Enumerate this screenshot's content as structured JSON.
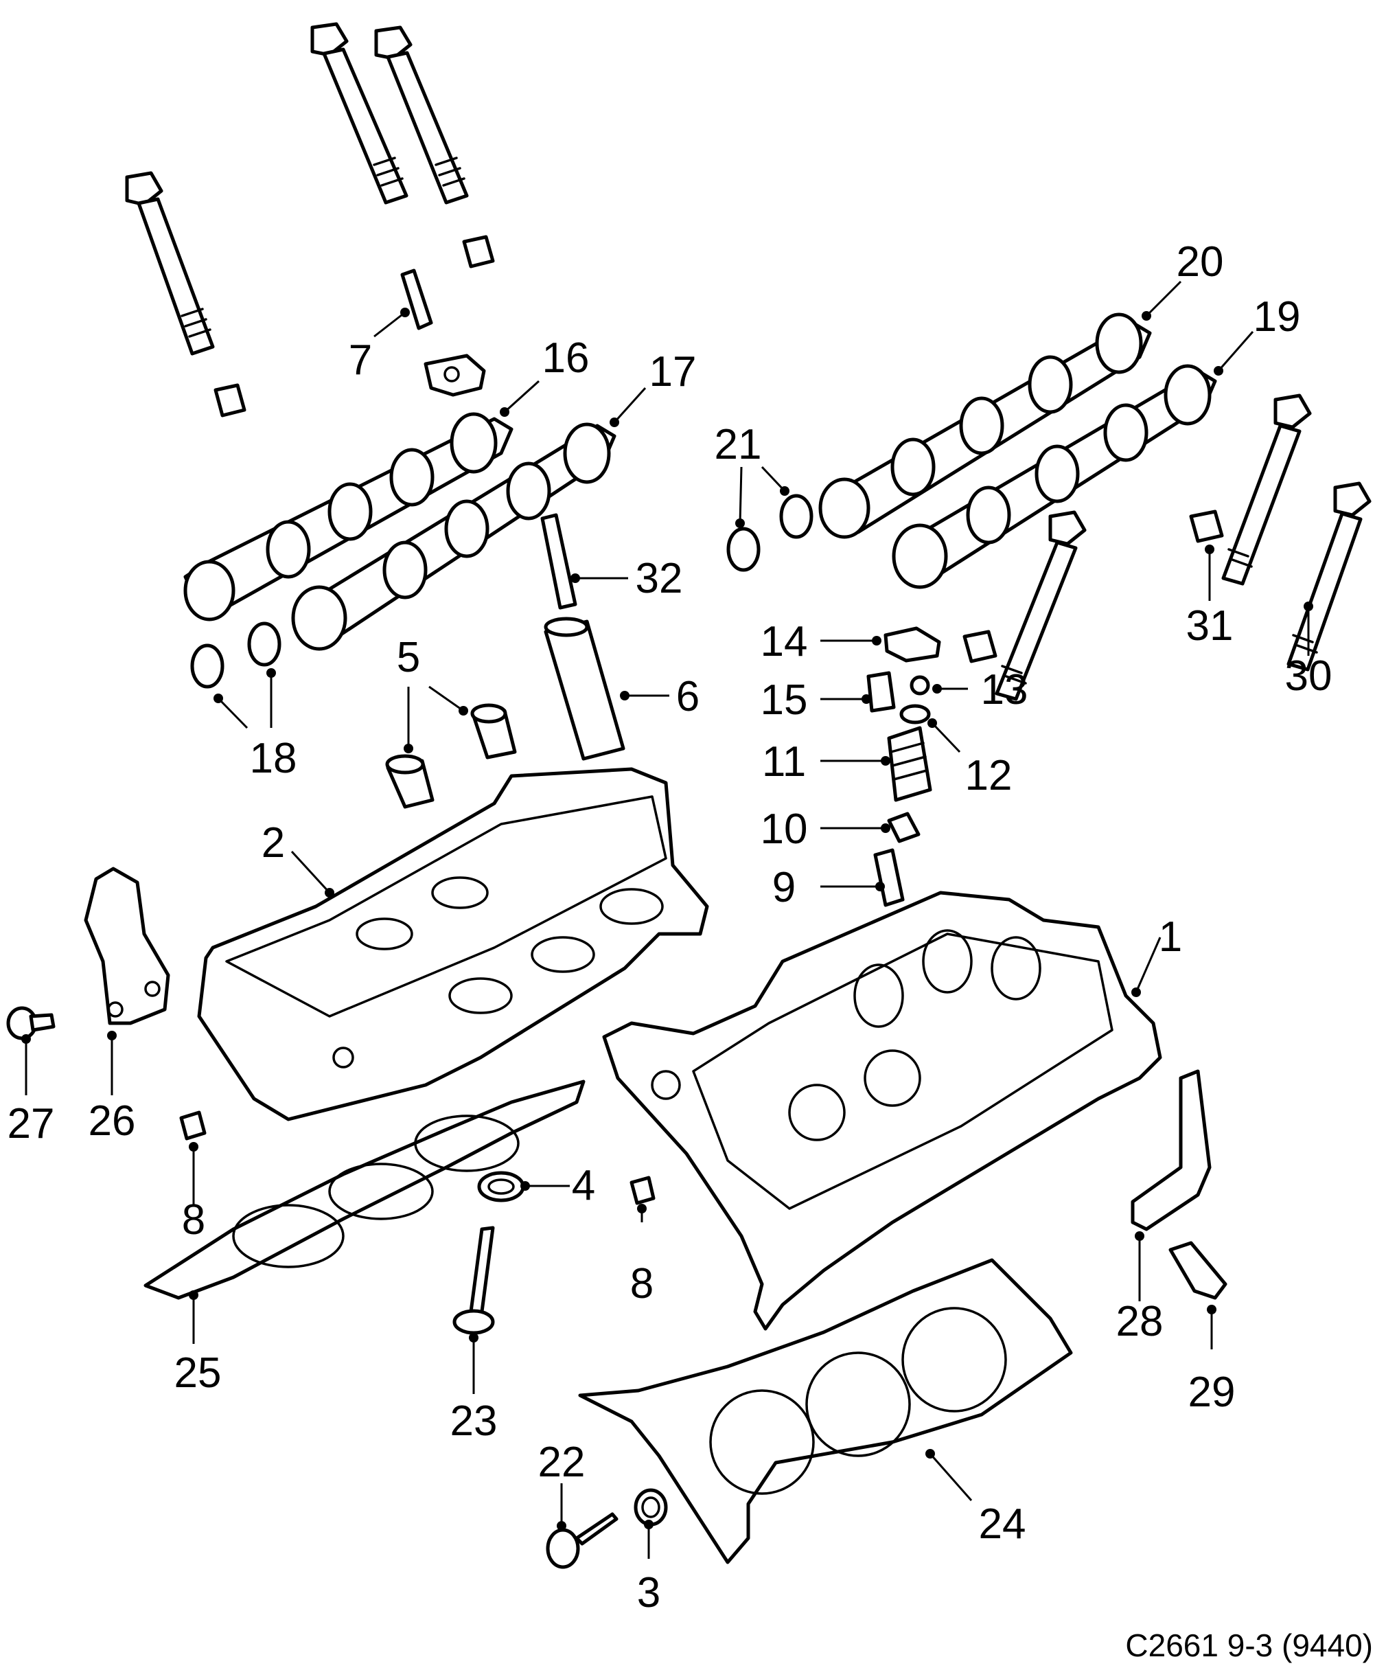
{
  "callouts": {
    "c1": "1",
    "c2": "2",
    "c3": "3",
    "c4": "4",
    "c5": "5",
    "c6": "6",
    "c7": "7",
    "c8a": "8",
    "c8b": "8",
    "c9": "9",
    "c10": "10",
    "c11": "11",
    "c12": "12",
    "c13": "13",
    "c14": "14",
    "c15": "15",
    "c16": "16",
    "c17": "17",
    "c18": "18",
    "c19": "19",
    "c20": "20",
    "c21": "21",
    "c22": "22",
    "c23": "23",
    "c24": "24",
    "c25": "25",
    "c26": "26",
    "c27": "27",
    "c28": "28",
    "c29": "29",
    "c30": "30",
    "c31": "31",
    "c32": "32"
  },
  "caption": "C2661 9-3 (9440)"
}
